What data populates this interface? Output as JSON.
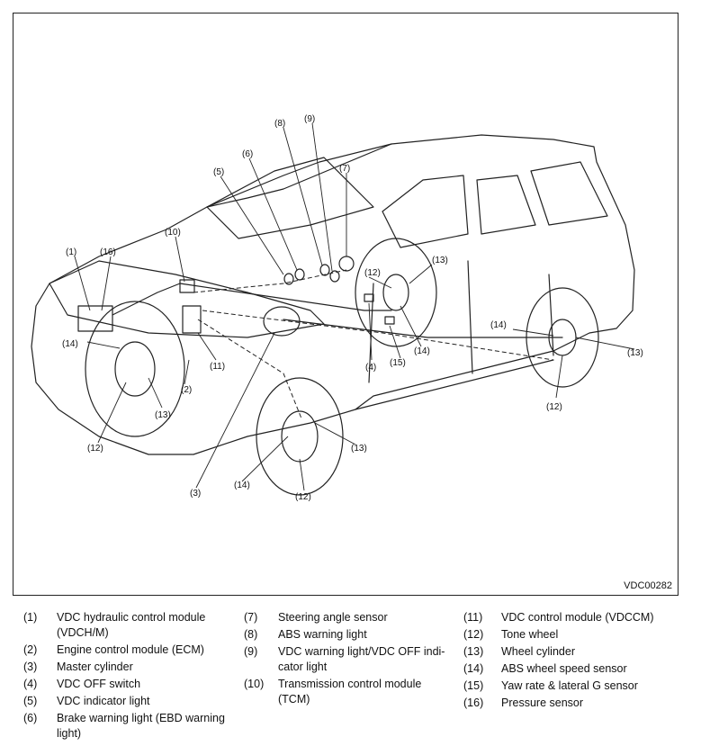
{
  "figure": {
    "id": "VDC00282"
  },
  "callouts": [
    {
      "id": "c1",
      "label": "(1)"
    },
    {
      "id": "c16a",
      "label": "(16)"
    },
    {
      "id": "c10",
      "label": "(10)"
    },
    {
      "id": "c5",
      "label": "(5)"
    },
    {
      "id": "c6",
      "label": "(6)"
    },
    {
      "id": "c8",
      "label": "(8)"
    },
    {
      "id": "c9",
      "label": "(9)"
    },
    {
      "id": "c7",
      "label": "(7)"
    },
    {
      "id": "c13a",
      "label": "(13)"
    },
    {
      "id": "c12a",
      "label": "(12)"
    },
    {
      "id": "c14a",
      "label": "(14)"
    },
    {
      "id": "c14b",
      "label": "(14)"
    },
    {
      "id": "c11",
      "label": "(11)"
    },
    {
      "id": "c4",
      "label": "(4)"
    },
    {
      "id": "c15",
      "label": "(15)"
    },
    {
      "id": "c14c",
      "label": "(14)"
    },
    {
      "id": "c13b",
      "label": "(13)"
    },
    {
      "id": "c2",
      "label": "(2)"
    },
    {
      "id": "c13c",
      "label": "(13)"
    },
    {
      "id": "c12b",
      "label": "(12)"
    },
    {
      "id": "c12c",
      "label": "(12)"
    },
    {
      "id": "c13d",
      "label": "(13)"
    },
    {
      "id": "c14d",
      "label": "(14)"
    },
    {
      "id": "c3",
      "label": "(3)"
    },
    {
      "id": "c12d",
      "label": "(12)"
    }
  ],
  "legend": [
    [
      {
        "num": "(1)",
        "lines": [
          "VDC hydraulic control module",
          "(VDCH/M)"
        ]
      },
      {
        "num": "(2)",
        "lines": [
          "Engine control module (ECM)"
        ]
      },
      {
        "num": "(3)",
        "lines": [
          "Master cylinder"
        ]
      },
      {
        "num": "(4)",
        "lines": [
          "VDC OFF switch"
        ]
      },
      {
        "num": "(5)",
        "lines": [
          "VDC indicator light"
        ]
      },
      {
        "num": "(6)",
        "lines": [
          "Brake warning light (EBD warning",
          "light)"
        ]
      }
    ],
    [
      {
        "num": "(7)",
        "lines": [
          "Steering angle sensor"
        ]
      },
      {
        "num": "(8)",
        "lines": [
          "ABS warning light"
        ]
      },
      {
        "num": "(9)",
        "lines": [
          "VDC warning light/VDC OFF indi-",
          "cator light"
        ]
      },
      {
        "num": "(10)",
        "lines": [
          "Transmission control module",
          "(TCM)"
        ]
      }
    ],
    [
      {
        "num": "(11)",
        "lines": [
          "VDC control module (VDCCM)"
        ]
      },
      {
        "num": "(12)",
        "lines": [
          "Tone wheel"
        ]
      },
      {
        "num": "(13)",
        "lines": [
          "Wheel cylinder"
        ]
      },
      {
        "num": "(14)",
        "lines": [
          "ABS wheel speed sensor"
        ]
      },
      {
        "num": "(15)",
        "lines": [
          "Yaw rate & lateral G sensor"
        ]
      },
      {
        "num": "(16)",
        "lines": [
          "Pressure sensor"
        ]
      }
    ]
  ]
}
